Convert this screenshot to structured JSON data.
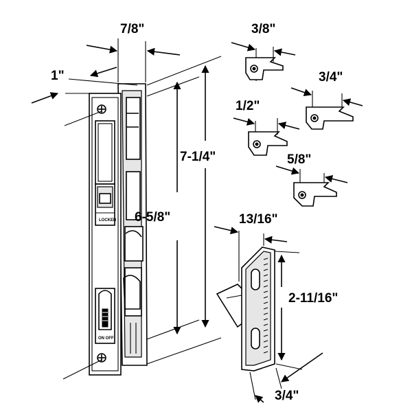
{
  "diagram": {
    "dimensions": {
      "lock_width": "7/8\"",
      "lock_depth": "1\"",
      "hole_spacing": "6-5/8\"",
      "overall_height": "7-1/4\"",
      "keeper_depth": "13/16\"",
      "keeper_height": "2-11/16\"",
      "keeper_width": "3/4\""
    },
    "hook_sizes": [
      "3/8\"",
      "3/4\"",
      "1/2\"",
      "5/8\""
    ],
    "lock_labels": {
      "locked": "LOCKED",
      "on_off": "ON OFF"
    },
    "colors": {
      "line": "#000000",
      "background": "#ffffff"
    }
  }
}
